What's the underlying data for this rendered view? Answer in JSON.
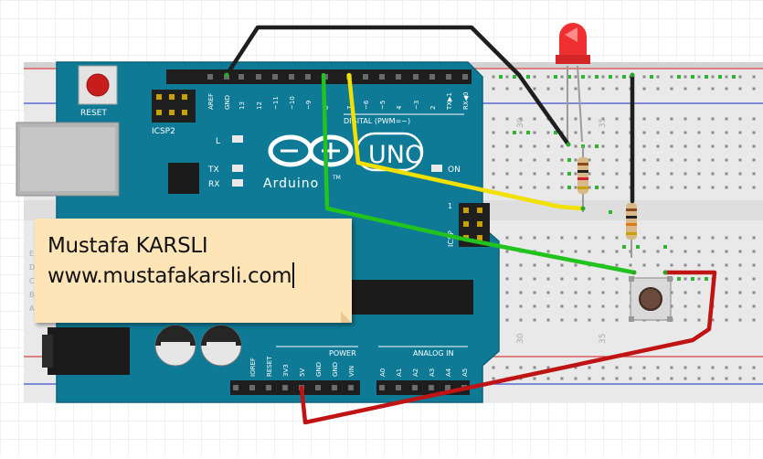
{
  "note": {
    "line1": "Mustafa KARSLI",
    "line2": "www.mustafakarsli.com"
  },
  "arduino": {
    "reset": "RESET",
    "icsp2": "ICSP2",
    "icsp": "ICSP",
    "icsp_num": "1",
    "brand": "Arduino",
    "uno": "UNO",
    "tm": "TM",
    "led_l": "L",
    "led_tx": "TX",
    "led_rx": "RX",
    "led_on": "ON",
    "digital": "DIGITAL (PWM=~)",
    "power": "POWER",
    "analog": "ANALOG IN",
    "top_pins": [
      "AREF",
      "GND",
      "13",
      "12",
      "~11",
      "~10",
      "~9",
      "8",
      "7",
      "~6",
      "~5",
      "4",
      "~3",
      "2",
      "TX▶1",
      "RX◀0"
    ],
    "power_pins": [
      "IOREF",
      "RESET",
      "3V3",
      "5V",
      "GND",
      "GND",
      "VIN"
    ],
    "analog_pins": [
      "A0",
      "A1",
      "A2",
      "A3",
      "A4",
      "A5"
    ]
  },
  "breadboard": {
    "col_labels": [
      "30",
      "35",
      "30",
      "35"
    ],
    "row_labels": [
      "E",
      "D",
      "C",
      "B",
      "A"
    ]
  },
  "colors": {
    "board": "#0e7a95",
    "wire_black": "#1e1e1e",
    "wire_yellow": "#f2e000",
    "wire_green": "#22c31e",
    "wire_red": "#c01414",
    "led": "#f03030",
    "note": "#fee5b8"
  }
}
